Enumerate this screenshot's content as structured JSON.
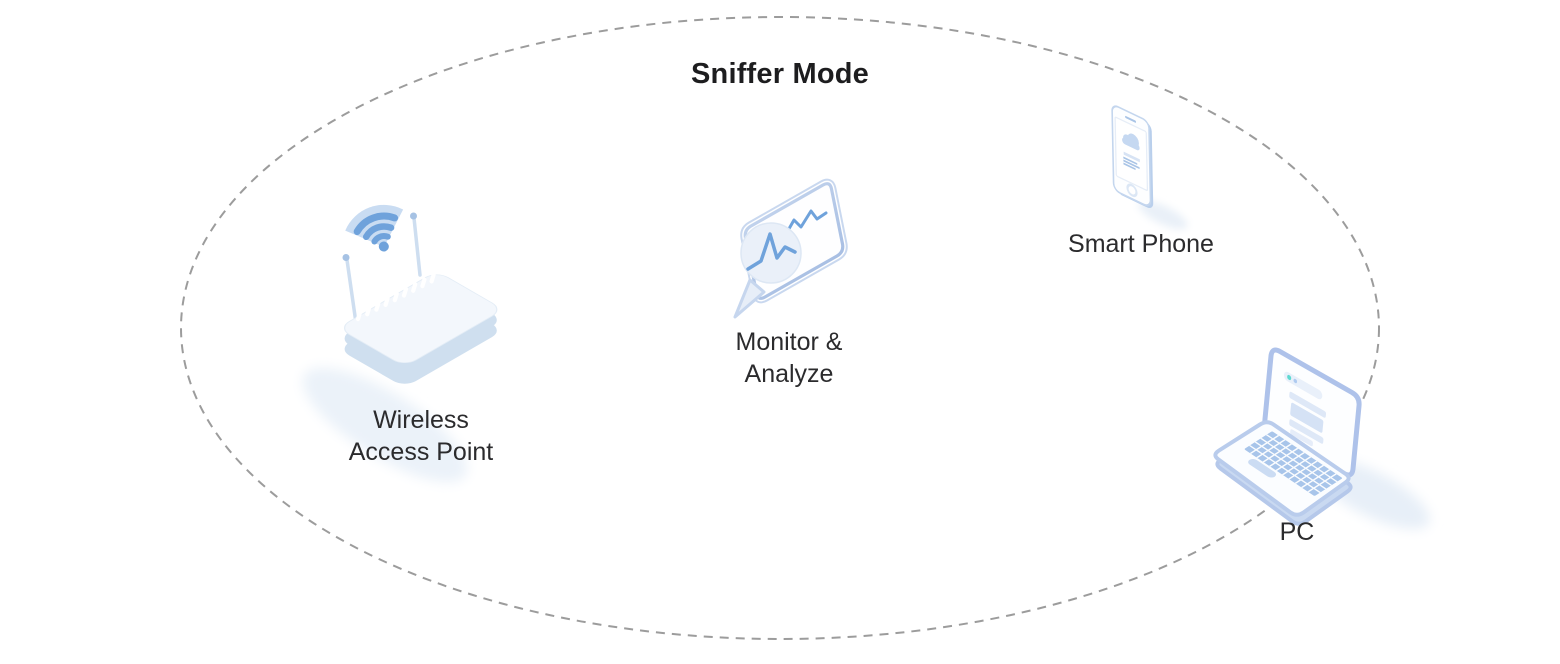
{
  "title": "Sniffer Mode",
  "nodes": {
    "access_point": {
      "label_line1": "Wireless",
      "label_line2": "Access Point",
      "icon": "wireless-router-icon"
    },
    "monitor": {
      "label_line1": "Monitor &",
      "label_line2": "Analyze",
      "icon": "magnifier-chart-icon"
    },
    "phone": {
      "label": "Smart Phone",
      "icon": "smartphone-icon"
    },
    "pc": {
      "label": "PC",
      "icon": "laptop-icon"
    }
  },
  "colors": {
    "accent_blue": "#6FA2DB",
    "mid_blue": "#A8C5EA",
    "light_blue": "#C7DAF1",
    "pale_blue": "#E9EFF8",
    "boundary_gray": "#9C9C9C",
    "teal_accent": "#5FD9D1",
    "text": "#2B2B2D",
    "background": "#FFFFFF"
  }
}
